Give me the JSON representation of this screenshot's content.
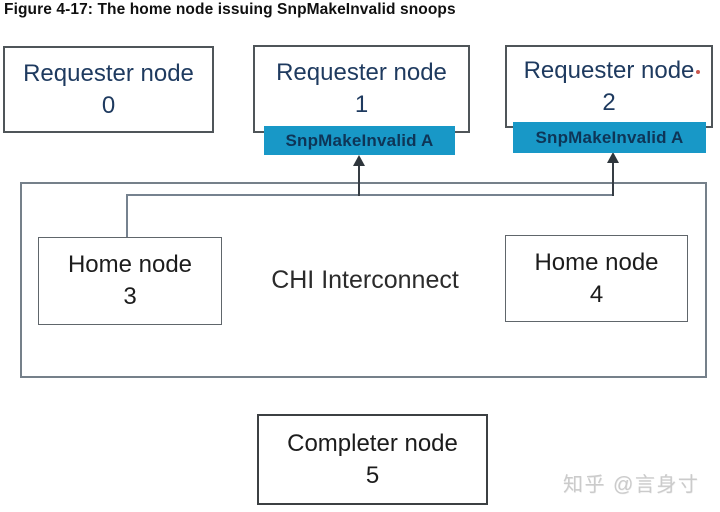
{
  "figure": {
    "title": "Figure 4-17: The home node issuing SnpMakeInvalid snoops"
  },
  "diagram": {
    "requester_nodes": [
      {
        "label": "Requester node",
        "number": "0"
      },
      {
        "label": "Requester node",
        "number": "1"
      },
      {
        "label": "Requester node",
        "number": "2"
      }
    ],
    "snoop_labels": [
      {
        "text": "SnpMakeInvalid A"
      },
      {
        "text": "SnpMakeInvalid A"
      }
    ],
    "interconnect_label": "CHI Interconnect",
    "home_nodes": [
      {
        "label": "Home node",
        "number": "3"
      },
      {
        "label": "Home node",
        "number": "4"
      }
    ],
    "completer_node": {
      "label": "Completer node",
      "number": "5"
    }
  },
  "colors": {
    "snoop_bg": "#1898c7",
    "snoop_text": "#0e3557",
    "requester_text": "#1e3a5f",
    "node_text": "#1c1c1c",
    "interconnect_border": "#75808a",
    "connector_line": "#76828f",
    "arrow": "#2f363c",
    "watermark_text": "#cbcbcb"
  },
  "watermark": {
    "text": "知乎 @言身寸"
  }
}
